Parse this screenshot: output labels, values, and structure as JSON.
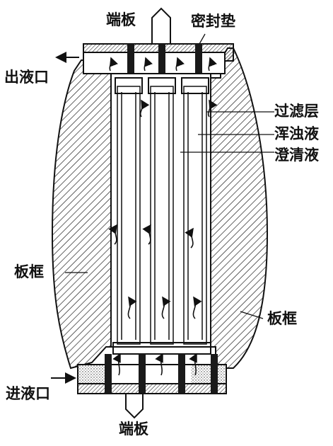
{
  "labels": {
    "end_plate_top": "端板",
    "gasket": "密封垫",
    "outlet": "出液口",
    "filter_layer": "过滤层",
    "turbid_liquid": "浑浊液",
    "clear_liquid": "澄清液",
    "plate_frame_left": "板框",
    "plate_frame_right": "板框",
    "inlet": "进液口",
    "end_plate_bottom": "端板"
  },
  "colors": {
    "ink": "#111111",
    "paper": "#ffffff",
    "gasket": "#1a1a1a",
    "porous": "#d8d8d8"
  }
}
